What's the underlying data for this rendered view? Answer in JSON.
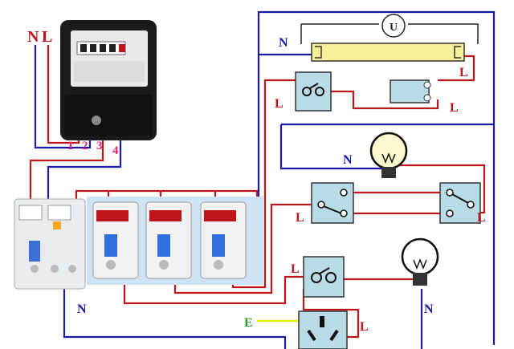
{
  "labels": {
    "meter_n": "N",
    "meter_l": "L",
    "terminal_1": "1",
    "terminal_2": "2",
    "terminal_3": "3",
    "terminal_4": "4",
    "fluor_n": "N",
    "fluor_l": "L",
    "switch1_l": "L",
    "starter_l": "L",
    "lamp1_n": "N",
    "twoway_left_l": "L",
    "twoway_right_l": "L",
    "switch3_l": "L",
    "bottom_n_left": "N",
    "bottom_n_right": "N",
    "socket_e": "E",
    "socket_l": "L",
    "fluor_ring": "U"
  },
  "colors": {
    "live": "#c0141c",
    "neutral": "#1a1aa8",
    "earth": "#e6e600",
    "terminal_label": "#e0207a",
    "ground_label": "#2aa02a",
    "mcb_panel": "#cfe3f5",
    "switch_box": "#b9dbe6",
    "tube": "#f6f09a"
  },
  "icons": {
    "meter": "electricity-meter-icon",
    "rcbo": "leakage-breaker-icon",
    "mcb": "circuit-breaker-icon",
    "bulb": "light-bulb-icon",
    "switch": "wall-switch-icon",
    "socket": "power-socket-icon",
    "tube": "fluorescent-tube-icon",
    "starter": "starter-icon"
  }
}
